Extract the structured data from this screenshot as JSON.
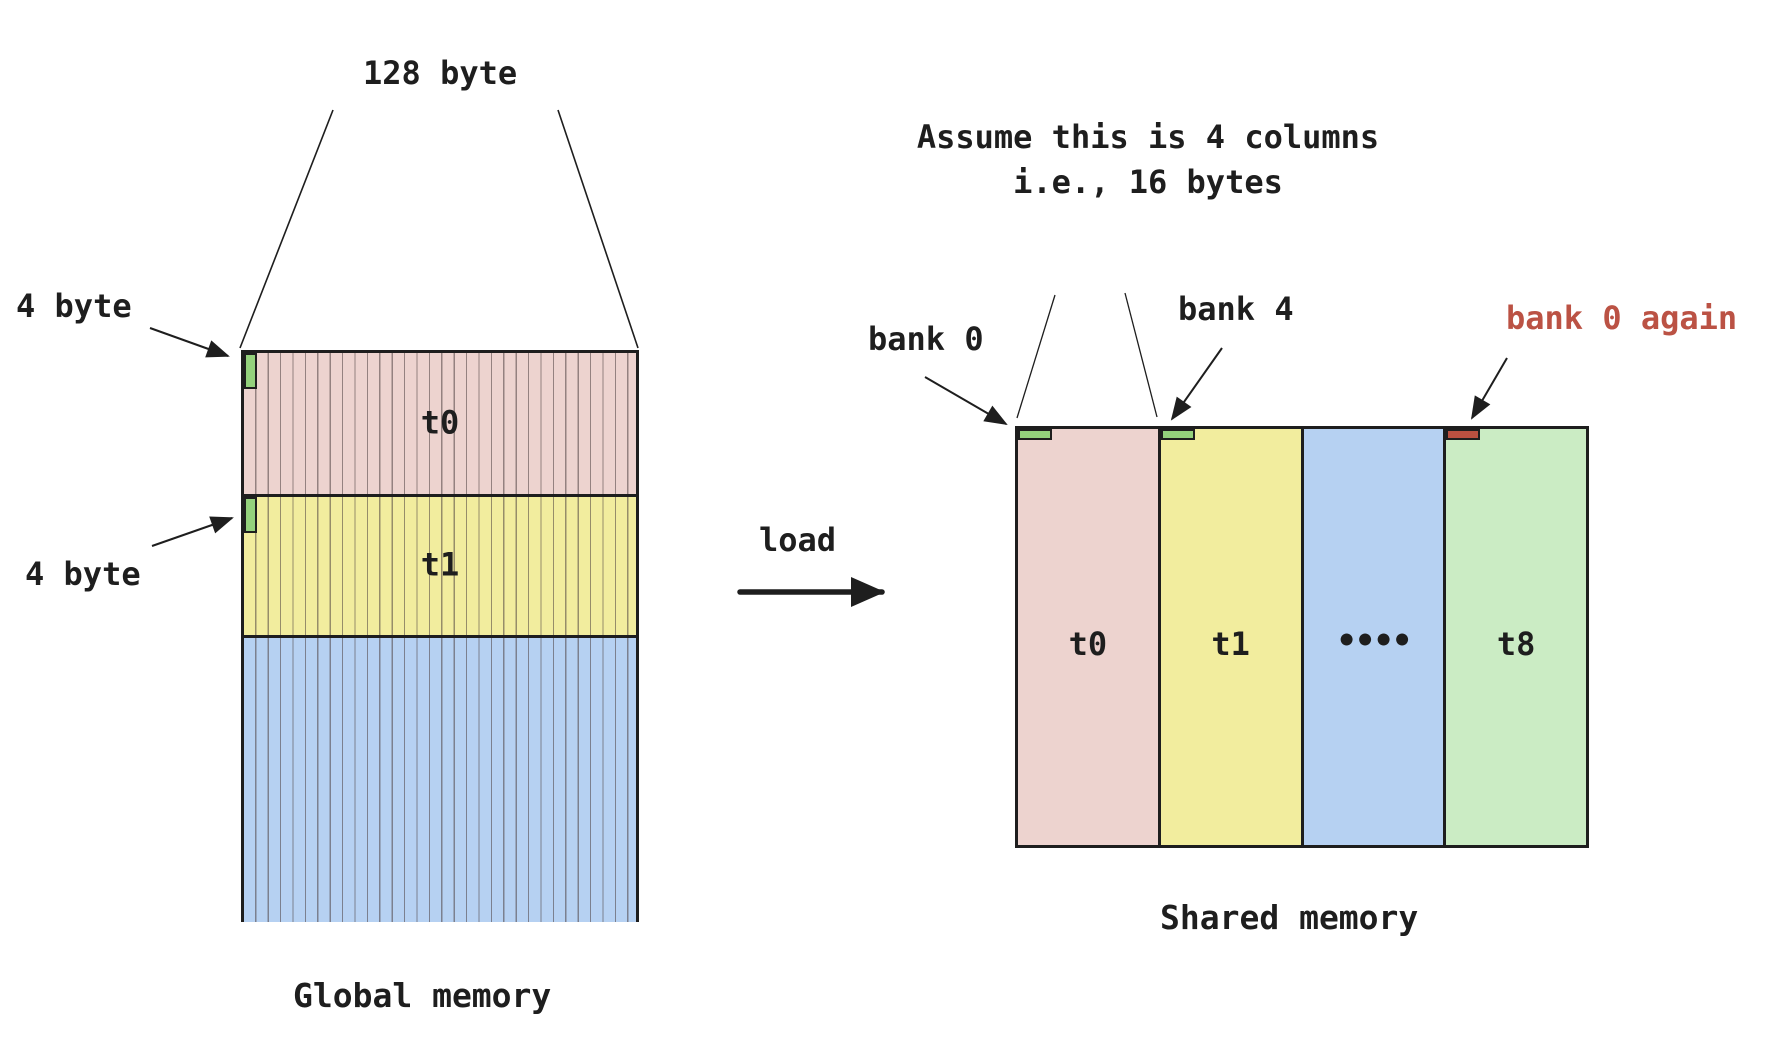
{
  "colors": {
    "ink": "#1e1e1e",
    "pink_fill": "#edd3cf",
    "yellow_fill": "#f2ed9e",
    "blue_fill": "#b6d1f2",
    "green_fill": "#cbecc4",
    "green_marker": "#94d17c",
    "red_marker": "#bb5040",
    "red_text": "#bb5244"
  },
  "global_memory": {
    "width_label": "128 byte",
    "element_label_top": "4 byte",
    "element_label_bottom": "4 byte",
    "caption": "Global memory",
    "stripe_count": 32,
    "sections": [
      {
        "label": "t0",
        "color": "#edd3cf",
        "marker": "green"
      },
      {
        "label": "t1",
        "color": "#f2ed9e",
        "marker": "green"
      },
      {
        "label": "",
        "color": "#b6d1f2",
        "marker": "none"
      }
    ]
  },
  "load": {
    "label": "load"
  },
  "shared_memory": {
    "annotation": {
      "line1": "Assume this is 4 columns",
      "line2": "i.e., 16 bytes"
    },
    "bank_labels": {
      "bank0": "bank 0",
      "bank4": "bank 4",
      "bank0_again": "bank 0 again"
    },
    "caption": "Shared memory",
    "columns": [
      {
        "label": "t0",
        "color": "#edd3cf",
        "marker": "green"
      },
      {
        "label": "t1",
        "color": "#f2ed9e",
        "marker": "green"
      },
      {
        "label": "••••",
        "color": "#b6d1f2",
        "marker": "none"
      },
      {
        "label": "t8",
        "color": "#cbecc4",
        "marker": "red"
      }
    ]
  }
}
